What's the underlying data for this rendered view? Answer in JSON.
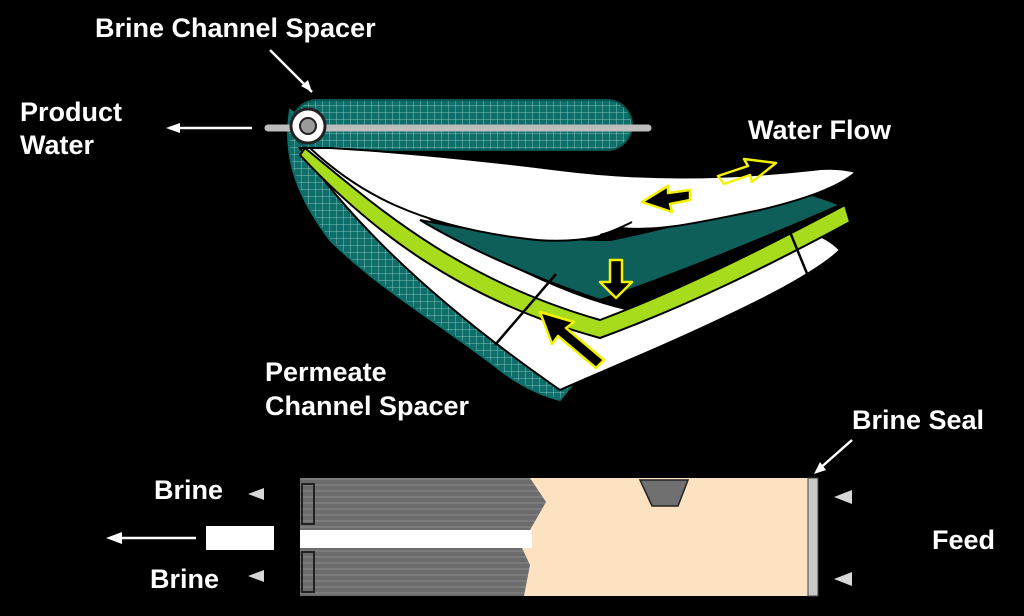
{
  "labels": {
    "brine_channel_spacer": "Brine Channel Spacer",
    "product_water_line1": "Product",
    "product_water_line2": "Water",
    "water_flow": "Water Flow",
    "permeate_line1": "Permeate",
    "permeate_line2": "Channel Spacer",
    "brine_seal": "Brine Seal",
    "brine_top": "Brine",
    "brine_bottom": "Brine",
    "feed": "Feed"
  },
  "colors": {
    "background": "#000000",
    "spacer_teal": "#0e6f6a",
    "membrane_green": "#a6dc1c",
    "membrane_white": "#ffffff",
    "element_tan": "#fce2c0",
    "element_gray": "#707070",
    "flow_arrow_yellow": "#f2f200"
  }
}
